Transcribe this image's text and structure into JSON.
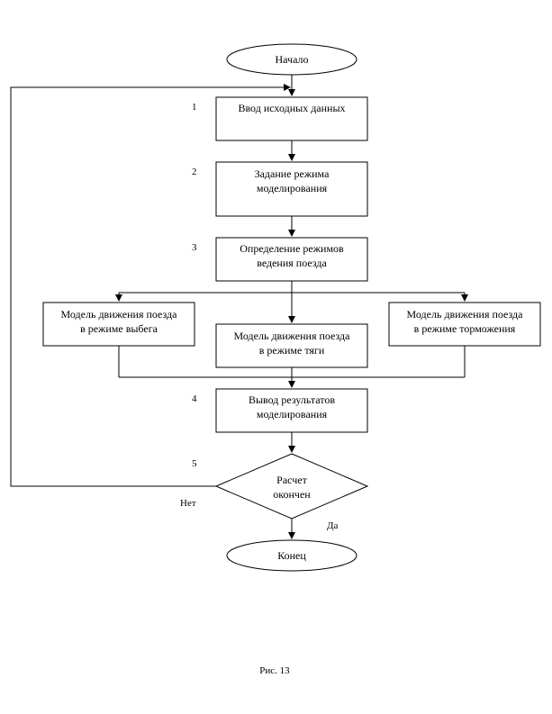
{
  "nodes": {
    "start": "Начало",
    "input": "Ввод исходных данных",
    "mode_line1": "Задание режима",
    "mode_line2": "моделирования",
    "determine_line1": "Определение режимов",
    "determine_line2": "ведения поезда",
    "coast_line1": "Модель движения поезда",
    "coast_line2": "в режиме выбега",
    "traction_line1": "Модель движения поезда",
    "traction_line2": "в режиме тяги",
    "braking_line1": "Модель движения поезда",
    "braking_line2": "в режиме торможения",
    "output_line1": "Вывод результатов",
    "output_line2": "моделирования",
    "decision_line1": "Расчет",
    "decision_line2": "окончен",
    "end": "Конец"
  },
  "step_numbers": [
    "1",
    "2",
    "3",
    "4",
    "5"
  ],
  "branch_labels": {
    "no": "Нет",
    "yes": "Да"
  },
  "caption": "Рис. 13"
}
